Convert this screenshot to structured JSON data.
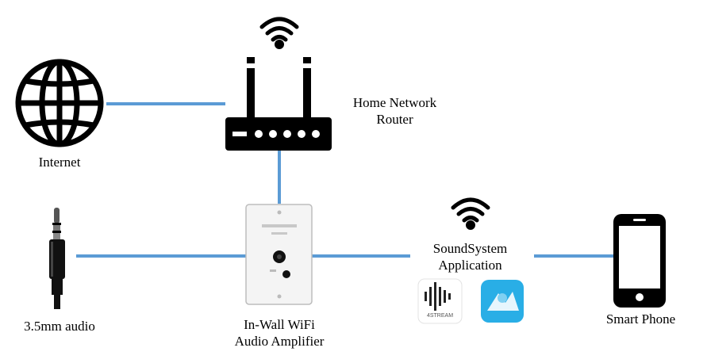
{
  "labels": {
    "internet": "Internet",
    "router_line1": "Home Network",
    "router_line2": "Router",
    "audio_jack": "3.5mm audio",
    "amplifier_line1": "In-Wall WiFi",
    "amplifier_line2": "Audio Amplifier",
    "app_line1": "SoundSystem",
    "app_line2": "Application",
    "phone": "Smart Phone",
    "app_icon_text": "4STREAM"
  },
  "colors": {
    "connector": "#5b9bd5",
    "ink": "#000000",
    "app_blue": "#29aee6"
  },
  "icons": [
    "globe-icon",
    "wifi-icon",
    "router-icon",
    "audio-jack-icon",
    "wall-plate-icon",
    "4stream-app-icon",
    "blue-app-icon",
    "smartphone-icon"
  ]
}
